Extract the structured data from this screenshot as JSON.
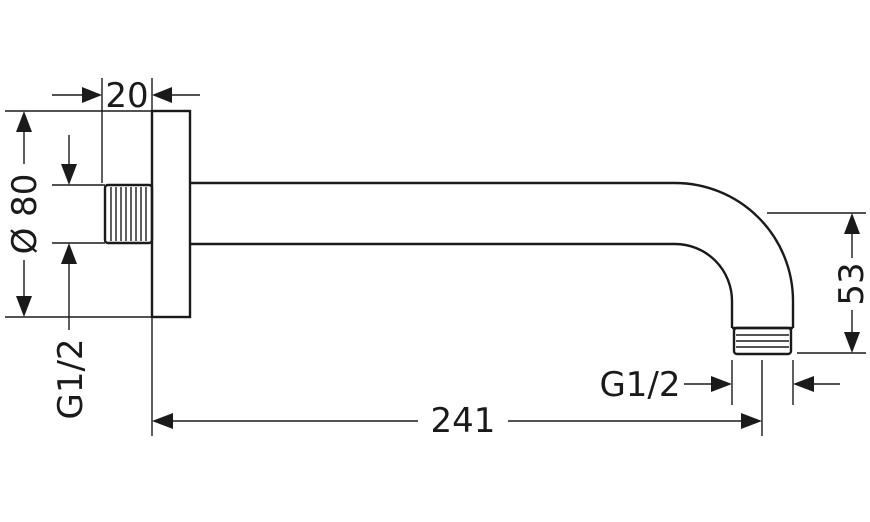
{
  "dimensions": {
    "flange_thickness": "20",
    "flange_diameter": "Ø 80",
    "drop_height": "53",
    "overall_length": "241",
    "inlet_thread": "G1/2",
    "outlet_thread": "G1/2"
  },
  "colors": {
    "line": "#1a1a1a",
    "background": "#ffffff"
  }
}
